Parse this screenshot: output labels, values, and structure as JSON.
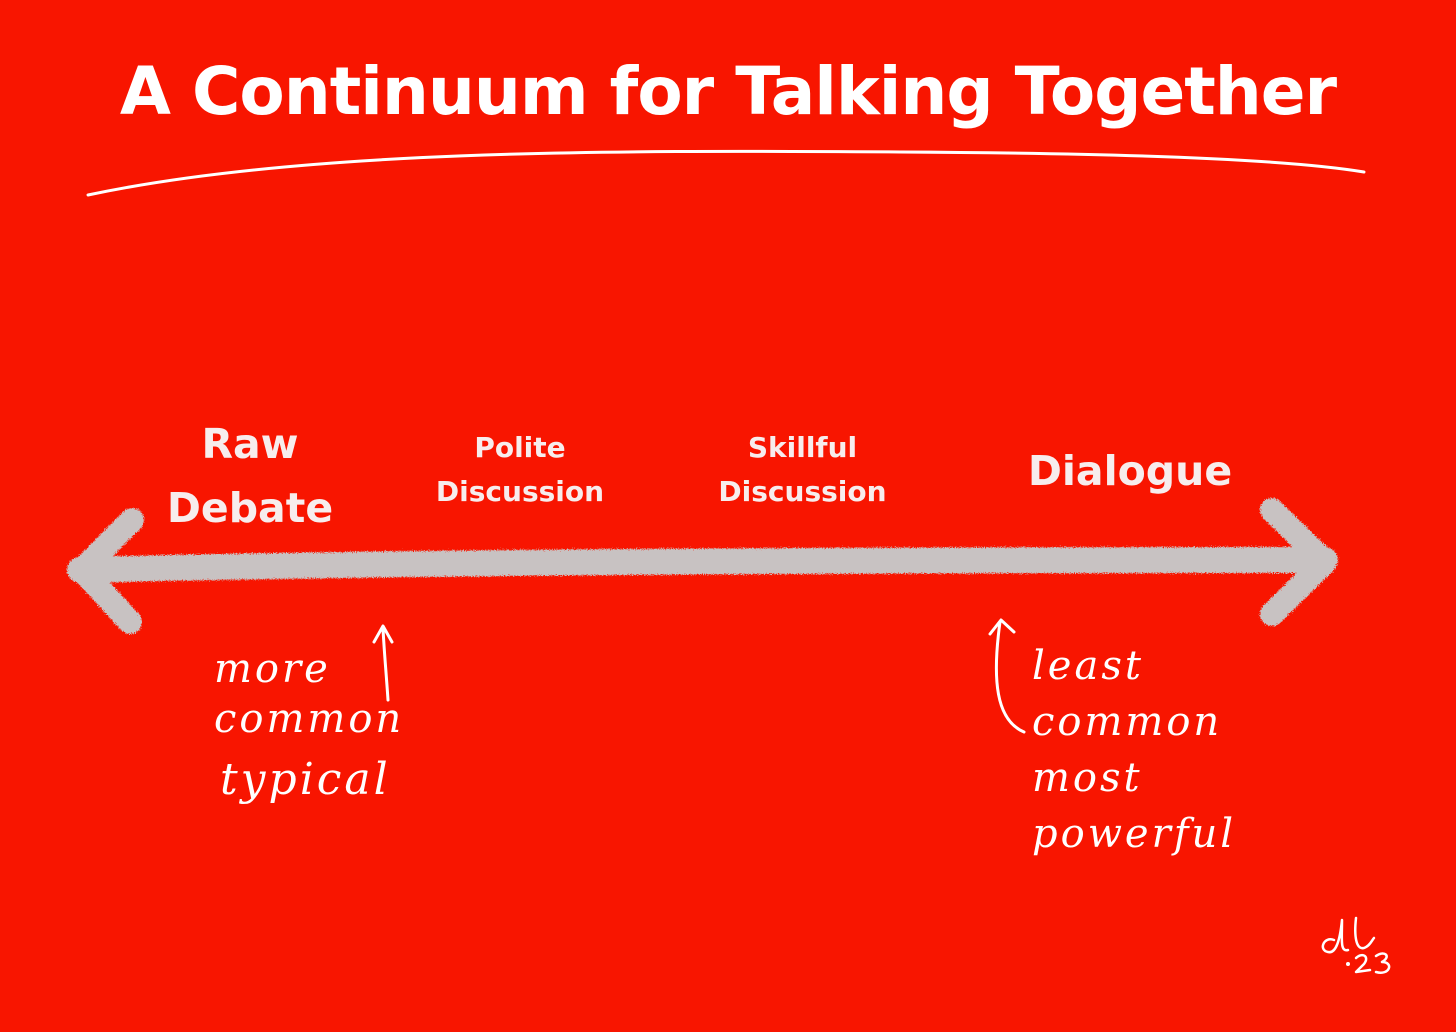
{
  "title": "A Continuum for Talking Together",
  "continuum": {
    "points": [
      {
        "lines": [
          "Raw",
          "Debate"
        ]
      },
      {
        "lines": [
          "Polite",
          "Discussion"
        ]
      },
      {
        "lines": [
          "Skillful",
          "Discussion"
        ]
      },
      {
        "lines": [
          "Dialogue"
        ]
      }
    ]
  },
  "notes": {
    "left": {
      "lines": [
        "more",
        "common"
      ],
      "extra": "typical"
    },
    "right": {
      "lines": [
        "least",
        "common",
        "most",
        "powerful"
      ]
    }
  },
  "signature": "dl '23",
  "colors": {
    "background": "#f81500",
    "arrow": "#c8c2c2",
    "text": "#ffffff"
  }
}
